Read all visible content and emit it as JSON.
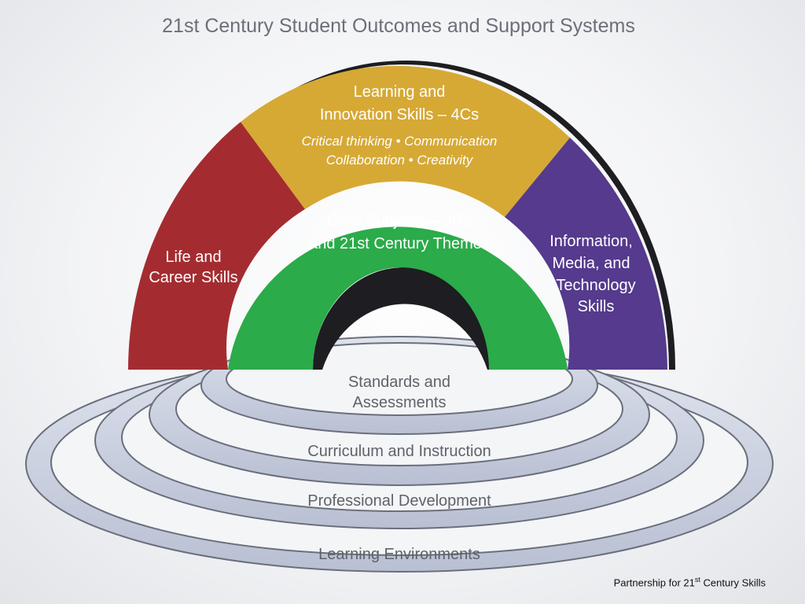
{
  "title": "21st Century Student Outcomes and Support Systems",
  "arch": {
    "learning": {
      "line1": "Learning and",
      "line2": "Innovation Skills – 4Cs",
      "sub1": "Critical thinking • Communication",
      "sub2": "Collaboration • Creativity"
    },
    "life": {
      "line1": "Life and",
      "line2": "Career Skills"
    },
    "info": {
      "line1": "Information,",
      "line2": "Media, and",
      "line3": "Technology",
      "line4": "Skills"
    },
    "core": {
      "line1": "Core Subjects – 3Rs",
      "line2": "and 21st Century Themes"
    }
  },
  "rings": {
    "standards": {
      "line1": "Standards and",
      "line2": "Assessments"
    },
    "curriculum": "Curriculum and Instruction",
    "professional": "Professional Development",
    "environments": "Learning Environments"
  },
  "credit": {
    "prefix": "Partnership for 21",
    "sup": "st",
    "suffix": " Century Skills"
  },
  "colors": {
    "life": "#a42c30",
    "learning": "#d6a935",
    "info": "#553a8d",
    "core": "#2bab4a",
    "ring_fill": "#c9cfe0",
    "ring_edge": "#6a6f7c"
  }
}
